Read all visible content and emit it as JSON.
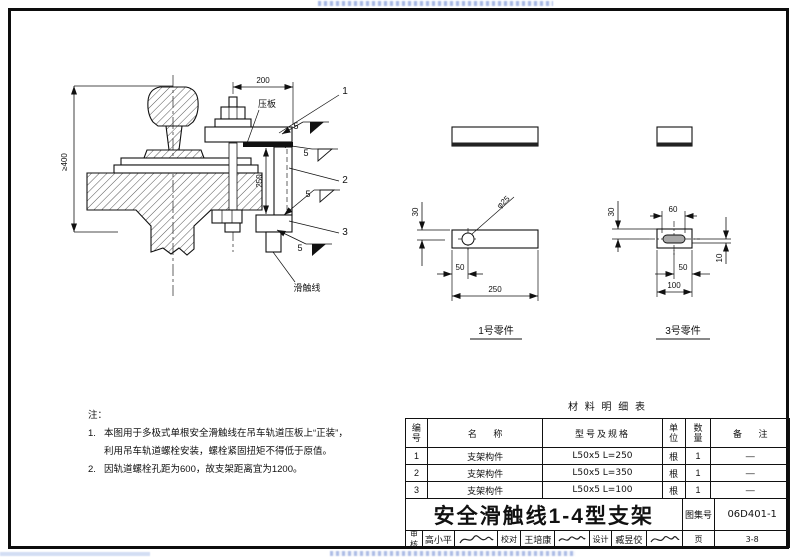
{
  "main_view": {
    "dim_200": "200",
    "dim_250": "250",
    "dim_400": "≥400",
    "label_press_plate": "压板",
    "label_slide_wire": "滑触线",
    "balloon_1": "1",
    "balloon_2": "2",
    "balloon_3": "3",
    "weld_size": "5"
  },
  "part1": {
    "caption": "1号零件",
    "dim_height": "30",
    "dim_hole": "φ25",
    "dim_offset": "50",
    "dim_length": "250"
  },
  "part3": {
    "caption": "3号零件",
    "dim_height": "30",
    "dim_slot": "60",
    "dim_edge": "10",
    "dim_offset": "50",
    "dim_length": "100"
  },
  "notes": {
    "heading": "注：",
    "item1_no": "1.",
    "item1_line1": "本图用于多极式单根安全滑触线在吊车轨道压板上“正装”，",
    "item1_line2": "利用吊车轨道螺栓安装，螺栓紧固扭矩不得低于原值。",
    "item2_no": "2.",
    "item2_line1": "因轨道螺栓孔距为600，故支架距离宜为1200。"
  },
  "material_table": {
    "title": "材 料 明 细 表",
    "headers": {
      "no": "编号",
      "name": "名  称",
      "spec": "型号及规格",
      "unit": "单位",
      "qty": "数量",
      "remark": "备  注"
    },
    "rows": [
      {
        "no": "1",
        "name": "支架构件",
        "spec": "L50x5  L=250",
        "unit": "根",
        "qty": "1",
        "remark": "—"
      },
      {
        "no": "2",
        "name": "支架构件",
        "spec": "L50x5  L=350",
        "unit": "根",
        "qty": "1",
        "remark": "—"
      },
      {
        "no": "3",
        "name": "支架构件",
        "spec": "L50x5  L=100",
        "unit": "根",
        "qty": "1",
        "remark": "—"
      }
    ]
  },
  "title_block": {
    "title": "安全滑触线1-4型支架",
    "atlas_label": "图集号",
    "atlas_no": "06D401-1",
    "page_label": "页",
    "page_no": "3-8",
    "review_label": "审核",
    "review_name": "高小平",
    "check_label": "校对",
    "check_name": "王培康",
    "design_label": "设计",
    "design_name": "臧昱佼"
  }
}
